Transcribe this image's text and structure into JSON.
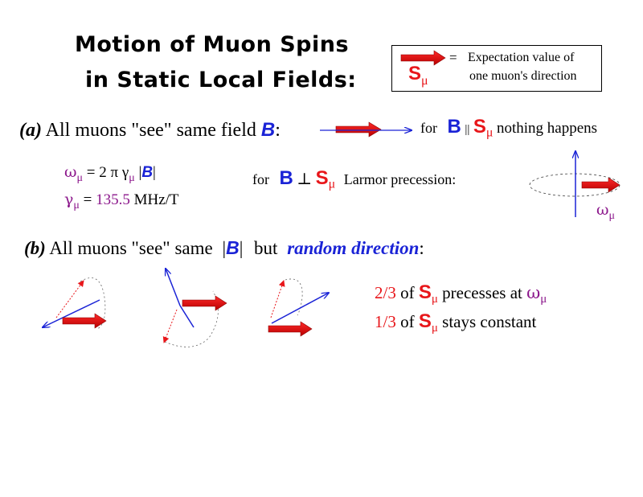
{
  "title": {
    "line1": "Motion of Muon Spins",
    "line2": "in Static Local Fields:"
  },
  "legend": {
    "equals": "=",
    "line1": "Expectation value of",
    "line2": "one muon's direction",
    "symbol": "S",
    "subscript": "μ"
  },
  "section_a": {
    "label": "(a)",
    "text": "All muons \"see\" same field",
    "field": "B",
    "colon": ":",
    "parallel": {
      "for": "for",
      "B": "B",
      "relation": "||",
      "S": "S",
      "sub": "μ",
      "result": "nothing happens"
    },
    "perpendicular": {
      "for": "for",
      "B": "B",
      "relation": "⊥",
      "S": "S",
      "sub": "μ",
      "result": "Larmor precession:"
    },
    "omega_eq": {
      "lhs": "ω",
      "lhs_sub": "μ",
      "eq": " = 2 π γ",
      "eq_sub": "μ",
      "bar_open": " |",
      "B": "B",
      "bar_close": "|"
    },
    "gamma_eq": {
      "lhs": "γ",
      "lhs_sub": "μ",
      "eq": " = ",
      "value": "135.5",
      "unit": " MHz/T"
    },
    "omega_label": "ω",
    "omega_label_sub": "μ"
  },
  "section_b": {
    "label": "(b)",
    "text": "All muons \"see\" same",
    "bar_open": "|",
    "B": "B",
    "bar_close": "|",
    "but": "but",
    "random": "random direction",
    "colon": ":"
  },
  "results": {
    "line1": {
      "fraction": "2/3",
      "of": " of ",
      "S": "S",
      "sub": "μ",
      "text": " precesses at ",
      "omega": "ω",
      "omega_sub": "μ"
    },
    "line2": {
      "fraction": "1/3",
      "of": " of ",
      "S": "S",
      "sub": "μ",
      "text": " stays constant"
    }
  },
  "colors": {
    "red": "#e8161a",
    "blue": "#1a23d6",
    "purple": "#8b168b"
  }
}
